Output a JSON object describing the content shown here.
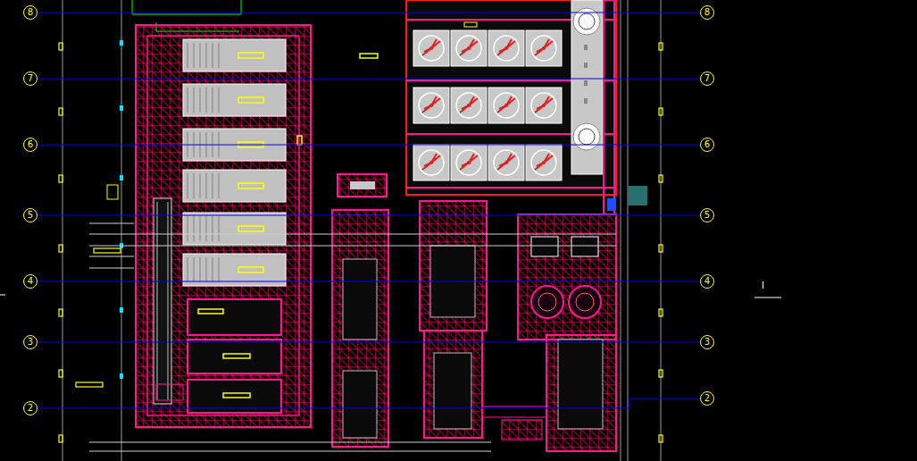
{
  "diagram": {
    "nodes": [
      {
        "text": [
          "8"
        ]
      },
      {
        "text": [
          "8"
        ]
      },
      {
        "text": [
          "7"
        ]
      },
      {
        "text": [
          "7"
        ]
      },
      {
        "text": [
          "6"
        ]
      },
      {
        "text": [
          "6"
        ]
      },
      {
        "text": [
          "5"
        ]
      },
      {
        "text": [
          "5"
        ]
      },
      {
        "text": [
          "4"
        ]
      },
      {
        "text": [
          "4"
        ]
      },
      {
        "text": [
          "3"
        ]
      },
      {
        "text": [
          "3"
        ]
      },
      {
        "text": [
          "2"
        ]
      },
      {
        "text": [
          "2"
        ]
      }
    ],
    "edges": [
      {
        "from": 0,
        "to": 1,
        "arrow": "none"
      },
      {
        "from": 2,
        "to": 3,
        "arrow": "none"
      },
      {
        "from": 4,
        "to": 5,
        "arrow": "none"
      },
      {
        "from": 6,
        "to": 7,
        "arrow": "none"
      },
      {
        "from": 8,
        "to": 9,
        "arrow": "none"
      },
      {
        "from": 10,
        "to": 11,
        "arrow": "none"
      },
      {
        "from": 12,
        "to": 13,
        "arrow": "none"
      }
    ],
    "labels": [
      "I"
    ]
  }
}
